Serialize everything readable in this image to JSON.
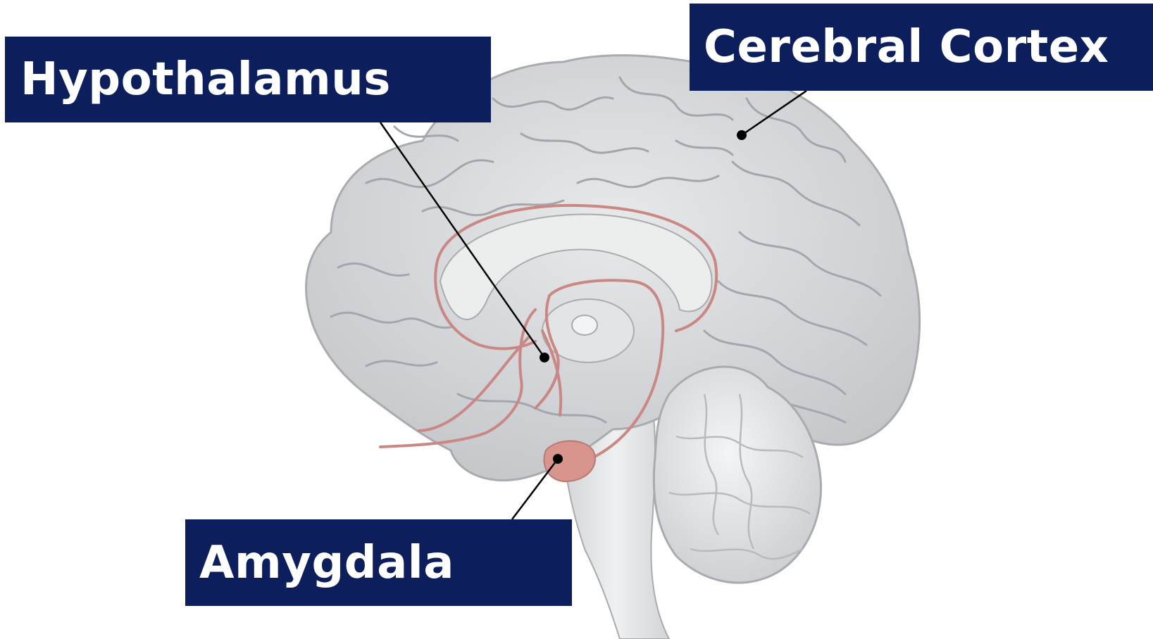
{
  "labels": {
    "hypothalamus": "Hypothalamus",
    "cerebral_cortex": "Cerebral Cortex",
    "amygdala": "Amygdala"
  },
  "colors": {
    "label_background": "#0c1f5c",
    "label_text": "#ffffff",
    "brain_fill": "#d6d8db",
    "brain_outline": "#a9abaf",
    "limbic_stroke": "#c98883",
    "amygdala_fill": "#d9958d",
    "leader_line": "#000000"
  }
}
